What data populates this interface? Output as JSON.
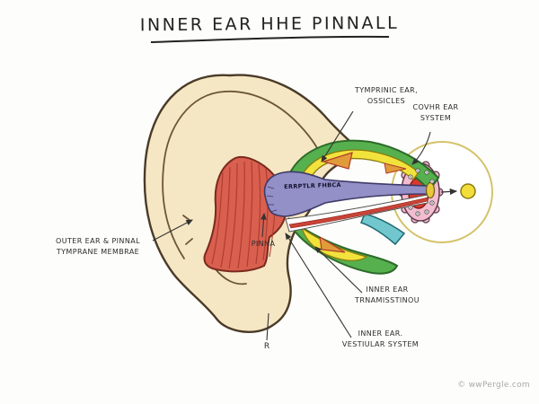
{
  "title": "INNER EAR HHE PINNALL",
  "watermark": "© wwPergle.com",
  "diagram": {
    "tube_label": "ERRPTLR FHBCA",
    "labels": {
      "ossicles_l1": "TYMPRINIC EAR,",
      "ossicles_l2": "OSSICLES",
      "cochlear_l1": "COVHR EAR",
      "cochlear_l2": "SYSTEM",
      "outer_l1": "OUTER EAR & PINNAL",
      "outer_l2": "TYMPRANE MEMBRAE",
      "pinna": "PINNA",
      "transmission_l1": "INNER EAR",
      "transmission_l2": "TRNAMISSTINOU",
      "vestibular_l1": "INNER EAR.",
      "vestibular_l2": "VESTIULAR SYSTEM",
      "r_marker": "R"
    },
    "colors": {
      "skin": "#f6e7c4",
      "skin_outline": "#4a3b28",
      "muscle_red": "#d95f4f",
      "canal_purple": "#938fc7",
      "band_green": "#56b04e",
      "band_yellow": "#f2e23c",
      "ossicle_orange": "#e09b3a",
      "teal": "#72c7cf",
      "cochlea_pink": "#f4bccf",
      "cochlea_center_red": "#d93a30",
      "circle_outline": "#d4c36c",
      "stripe_red": "#c84438",
      "cap_yellow": "#e8c93e"
    }
  }
}
